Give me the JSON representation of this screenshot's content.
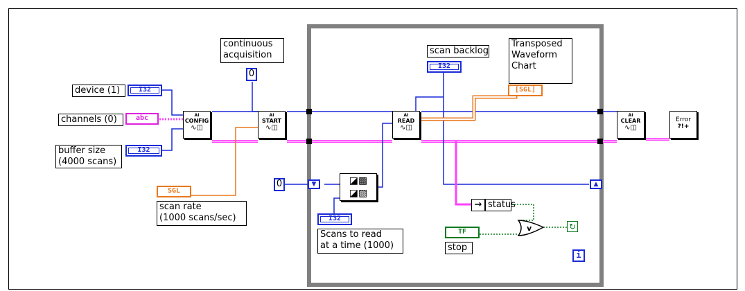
{
  "controls": {
    "device": "device (1)",
    "channels": "channels (0)",
    "buffer_size": "buffer size\n(4000 scans)",
    "continuous_acquisition": "continuous\nacquisition",
    "continuous_value": "0",
    "scan_rate": "scan rate\n(1000 scans/sec)",
    "scan_backlog": "scan backlog",
    "transposed_chart": "Transposed\nWaveform\nChart",
    "scans_to_read": "Scans to read\nat a time (1000)",
    "read_init_value": "0",
    "status": "status",
    "stop": "stop"
  },
  "terminals": {
    "i32": "I32",
    "abc": "abc",
    "sgl": "SGL",
    "sgl_bracket": "[SGL]",
    "tf": "TF",
    "iter": "i"
  },
  "subvis": {
    "config": {
      "top": "AI",
      "name": "CONFIG"
    },
    "start": {
      "top": "AI",
      "name": "START"
    },
    "read": {
      "top": "AI",
      "name": "READ"
    },
    "clear": {
      "top": "AI",
      "name": "CLEAR"
    },
    "error": {
      "line1": "Error",
      "line2": "?!+"
    }
  },
  "colors": {
    "numeric_wire": "#1a2ad8",
    "error_wire": "#ff40ff",
    "sgl_wire": "#e8781e",
    "bool_wire": "#0a7a1e",
    "loop_border": "#808080"
  }
}
